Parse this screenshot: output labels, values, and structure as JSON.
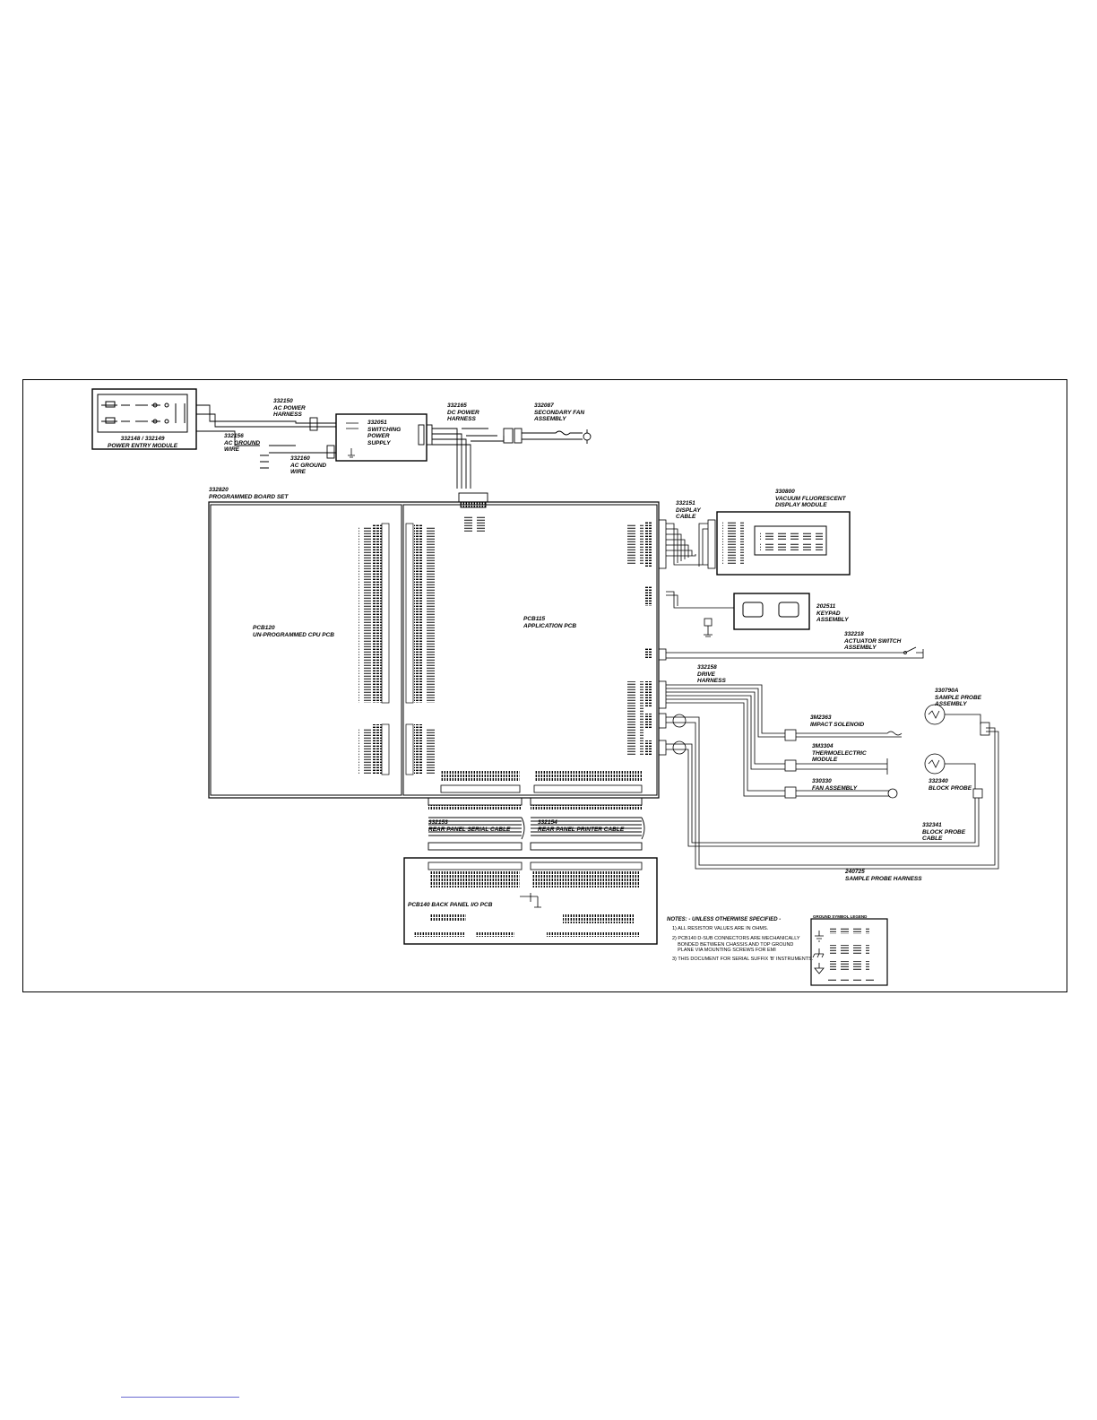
{
  "labels": {
    "power_entry": "332148 / 332149\nPOWER ENTRY MODULE",
    "ac_power_harness": "332150\nAC POWER\nHARNESS",
    "ac_ground_wire_1": "332156\nAC GROUND\nWIRE",
    "switching_supply": "332051\nSWITCHING\nPOWER\nSUPPLY",
    "ac_ground_wire_2": "332160\nAC GROUND\nWIRE",
    "dc_power_harness": "332165\nDC POWER\nHARNESS",
    "secondary_fan": "332087\nSECONDARY FAN\nASSEMBLY",
    "programmed_board_set": "332820\nPROGRAMMED BOARD SET",
    "cpu_pcb": "PCB120\nUN-PROGRAMMED CPU PCB",
    "application_pcb": "PCB115\nAPPLICATION PCB",
    "display_cable": "332151\nDISPLAY\nCABLE",
    "vfd_module": "330800\nVACUUM FLUORESCENT\nDISPLAY MODULE",
    "keypad": "202511\nKEYPAD\nASSEMBLY",
    "actuator_switch": "332218\nACTUATOR SWITCH\nASSEMBLY",
    "drive_harness": "332158\nDRIVE\nHARNESS",
    "sample_probe_assy": "330790A\nSAMPLE PROBE\nASSEMBLY",
    "impact_solenoid": "3M2363\nIMPACT SOLENOID",
    "thermoelectric": "3M3304\nTHERMOELECTRIC\nMODULE",
    "fan_assembly": "330330\nFAN ASSEMBLY",
    "block_probe": "332340\nBLOCK PROBE",
    "block_probe_cable": "332341\nBLOCK PROBE\nCABLE",
    "sample_probe_harness": "240725\nSAMPLE PROBE HARNESS",
    "rear_serial_cable": "332153\nREAR PANEL SERIAL CABLE",
    "rear_printer_cable": "332154\nREAR PANEL PRINTER CABLE",
    "back_panel_pcb": "PCB140 BACK PANEL I/O PCB"
  },
  "notes": {
    "heading": "NOTES: - UNLESS OTHERWISE SPECIFIED -",
    "items": [
      "1) ALL RESISTOR VALUES ARE IN OHMS.",
      "2) PCB140 D-SUB CONNECTORS ARE MECHANICALLY\n    BONDED BETWEEN CHASSIS AND TOP GROUND\n    PLANE VIA MOUNTING SCREWS FOR EMI",
      "3) THIS DOCUMENT FOR SERIAL SUFFIX 'B' INSTRUMENTS."
    ],
    "legend_title": "GROUND SYMBOL LEGEND"
  }
}
